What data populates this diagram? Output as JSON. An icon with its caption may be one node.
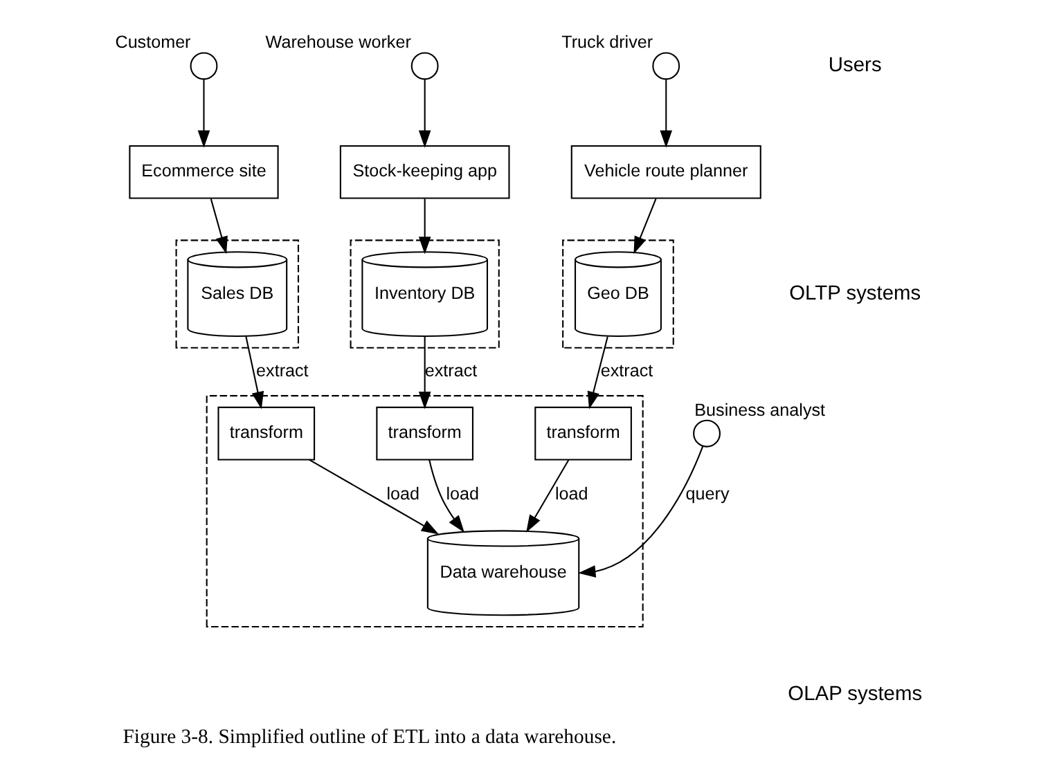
{
  "diagram": {
    "caption": "Figure 3-8. Simplified outline of ETL into a data warehouse.",
    "nodes": [
      {
        "text": [],
        "shape": "person",
        "beside": [
          "Customer"
        ]
      },
      {
        "text": [],
        "shape": "person",
        "beside": [
          "Warehouse worker"
        ]
      },
      {
        "text": [],
        "shape": "person",
        "beside": [
          "Truck driver"
        ]
      },
      {
        "text": [
          "Ecommerce site"
        ]
      },
      {
        "text": [
          "Stock-keeping app"
        ]
      },
      {
        "text": [
          "Vehicle route planner"
        ]
      },
      {
        "text": [],
        "shape": "box"
      },
      {
        "text": [
          "Sales DB"
        ],
        "in": 6
      },
      {
        "text": [],
        "shape": "box"
      },
      {
        "text": [
          "Inventory DB"
        ],
        "in": 8
      },
      {
        "text": [],
        "shape": "box"
      },
      {
        "text": [
          "Geo DB"
        ],
        "in": 10
      },
      {
        "text": [],
        "shape": "box"
      },
      {
        "text": [
          "transform"
        ],
        "in": 12
      },
      {
        "text": [
          "transform"
        ],
        "in": 12
      },
      {
        "text": [
          "transform"
        ],
        "in": 12
      },
      {
        "text": [
          "Data warehouse"
        ],
        "in": 12
      },
      {
        "text": [],
        "shape": "person",
        "beside": [
          "Business analyst"
        ]
      }
    ],
    "edges": [
      {
        "from": 0,
        "to": 3,
        "arrow": "to"
      },
      {
        "from": 1,
        "to": 4,
        "arrow": "to"
      },
      {
        "from": 2,
        "to": 5,
        "arrow": "to"
      },
      {
        "from": 3,
        "to": 7,
        "arrow": "to"
      },
      {
        "from": 4,
        "to": 9,
        "arrow": "to"
      },
      {
        "from": 5,
        "to": 11,
        "arrow": "to"
      },
      {
        "from": 7,
        "to": 13,
        "arrow": "to",
        "label": "extract"
      },
      {
        "from": 9,
        "to": 14,
        "arrow": "to",
        "label": "extract"
      },
      {
        "from": 11,
        "to": 15,
        "arrow": "to",
        "label": "extract"
      },
      {
        "from": 13,
        "to": 16,
        "arrow": "to",
        "label": "load"
      },
      {
        "from": 14,
        "to": 16,
        "arrow": "to",
        "label": "load"
      },
      {
        "from": 15,
        "to": 16,
        "arrow": "to",
        "label": "load"
      },
      {
        "from": 17,
        "to": 16,
        "arrow": "to",
        "label": "query"
      }
    ],
    "labels": [
      "Users",
      "OLTP systems",
      "OLAP systems"
    ]
  }
}
